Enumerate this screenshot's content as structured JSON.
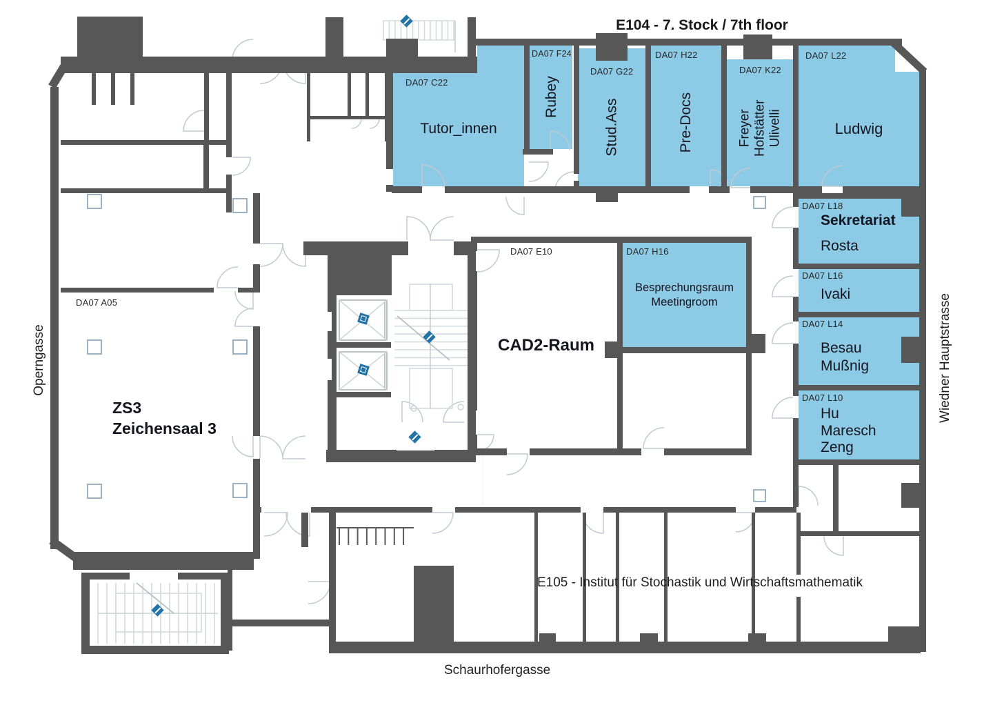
{
  "title": "E104 - 7. Stock / 7th floor",
  "streets": {
    "left": "Operngasse",
    "right": "Wiedner Hauptstrasse",
    "bottom": "Schaurhofergasse"
  },
  "institute_banner": "E105 - Institut für Stochastik und Wirtschaftsmathematik",
  "colors": {
    "highlight": "#8dcae6",
    "wall": "#575757",
    "marker_blue": "#2273a8"
  },
  "rooms": {
    "tutorinnen": {
      "code": "DA07 C22",
      "name": "Tutor_innen"
    },
    "rubey": {
      "code": "DA07 F24",
      "name": "Rubey"
    },
    "studass": {
      "code": "DA07 G22",
      "name": "Stud.Ass"
    },
    "predocs": {
      "code": "DA07 H22",
      "name": "Pre-Docs"
    },
    "freyer": {
      "code": "DA07 K22",
      "name": "Freyer\nHofstätter\nUlivelli"
    },
    "ludwig": {
      "code": "DA07 L22",
      "name": "Ludwig"
    },
    "sekretariat": {
      "code": "DA07 L18",
      "title": "Sekretariat",
      "name": "Rosta"
    },
    "ivaki": {
      "code": "DA07 L16",
      "name": "Ivaki"
    },
    "besau": {
      "code": "DA07 L14",
      "name": "Besau\nMußnig"
    },
    "hu": {
      "code": "DA07 L10",
      "name": "Hu\nMaresch\nZeng"
    },
    "meeting": {
      "code": "DA07 H16",
      "name": "Besprechungsraum\nMeetingroom"
    },
    "cad2": {
      "code": "DA07 E10",
      "name": "CAD2-Raum"
    },
    "zs3": {
      "code": "DA07 A05",
      "name": "ZS3\nZeichensaal 3"
    }
  }
}
